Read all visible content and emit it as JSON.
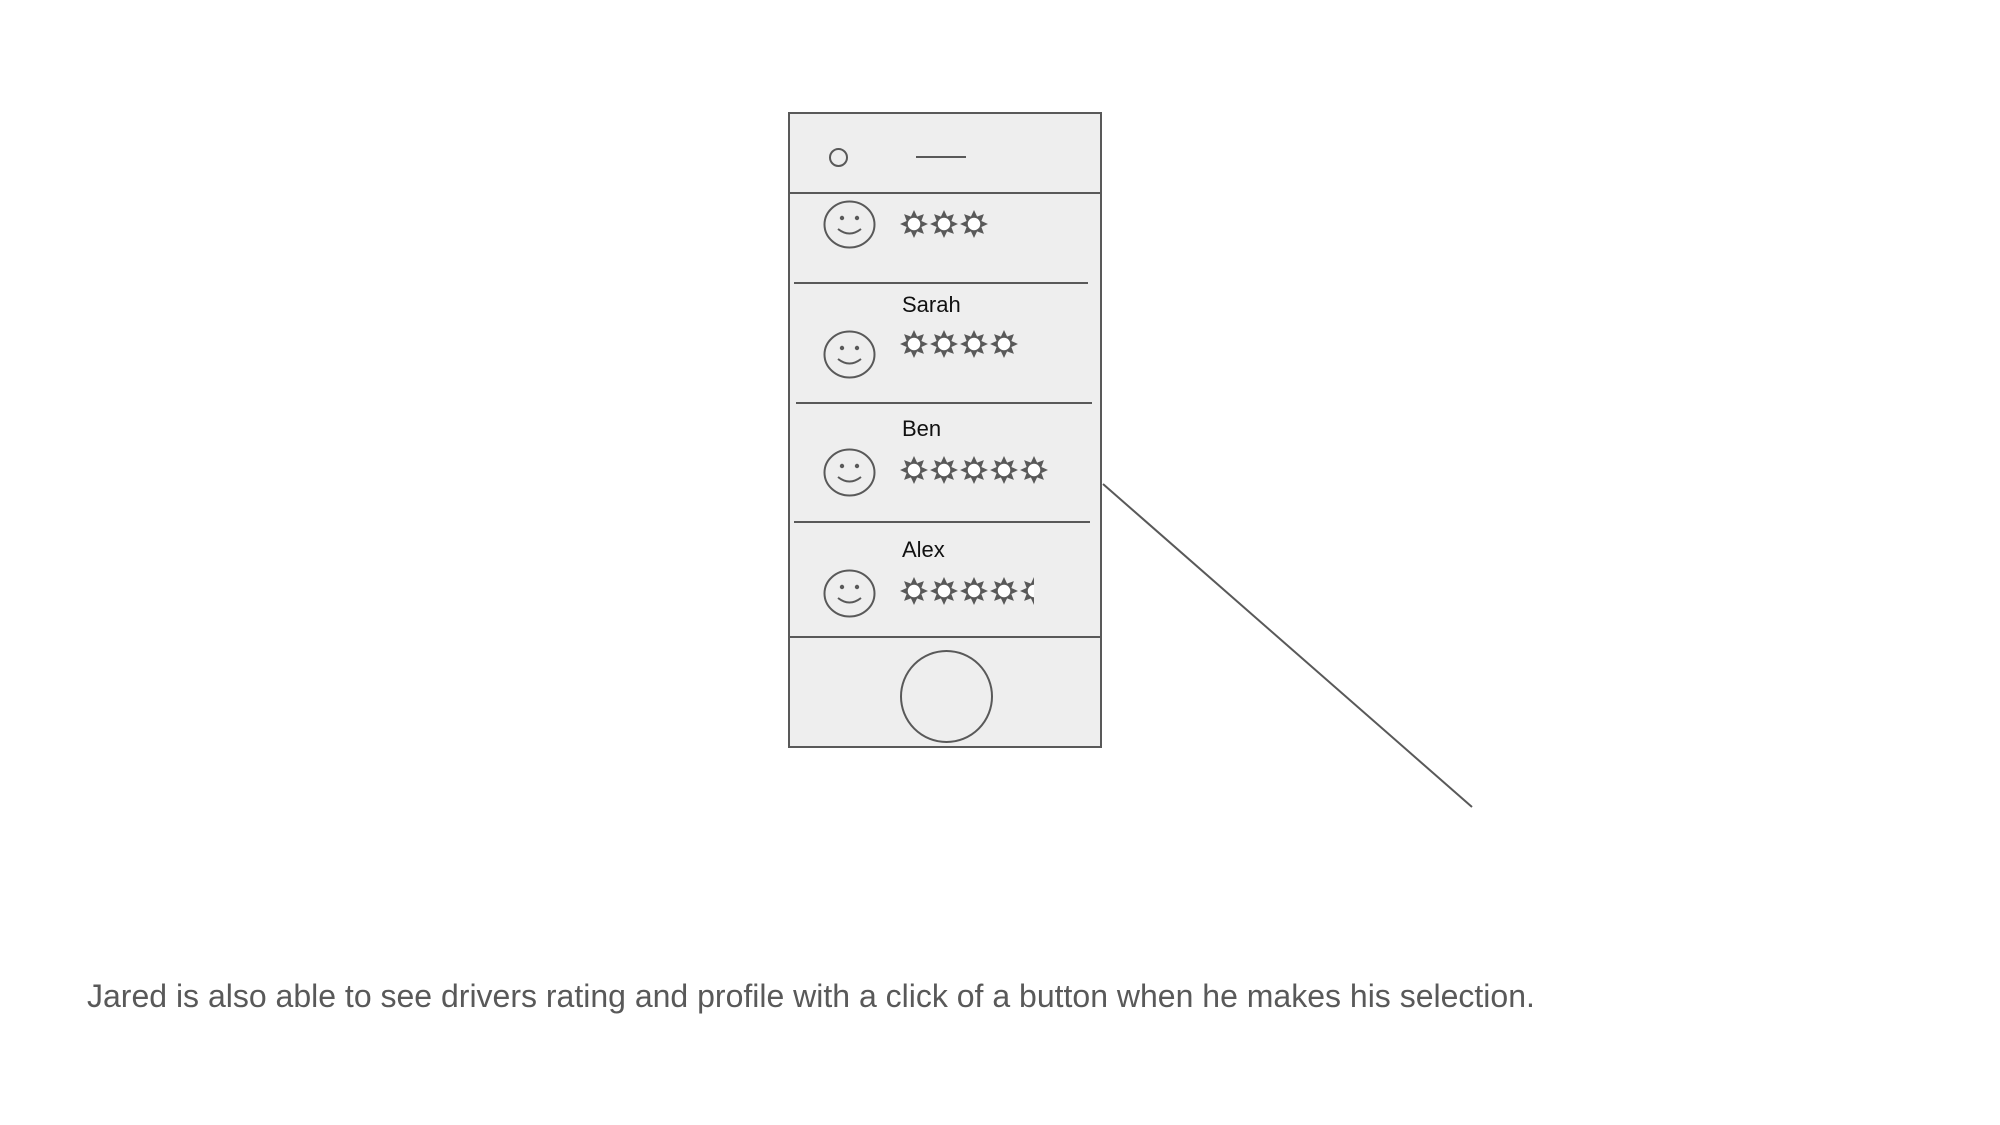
{
  "colors": {
    "stroke": "#595959",
    "phone_bg": "#eeeeee",
    "caption": "#595959"
  },
  "drivers": [
    {
      "name": "",
      "rating": 3
    },
    {
      "name": "Sarah",
      "rating": 4
    },
    {
      "name": "Ben",
      "rating": 5
    },
    {
      "name": "Alex",
      "rating": 4.5
    }
  ],
  "caption": "Jared is also able to see drivers rating and profile with a click of a button when he makes his selection."
}
